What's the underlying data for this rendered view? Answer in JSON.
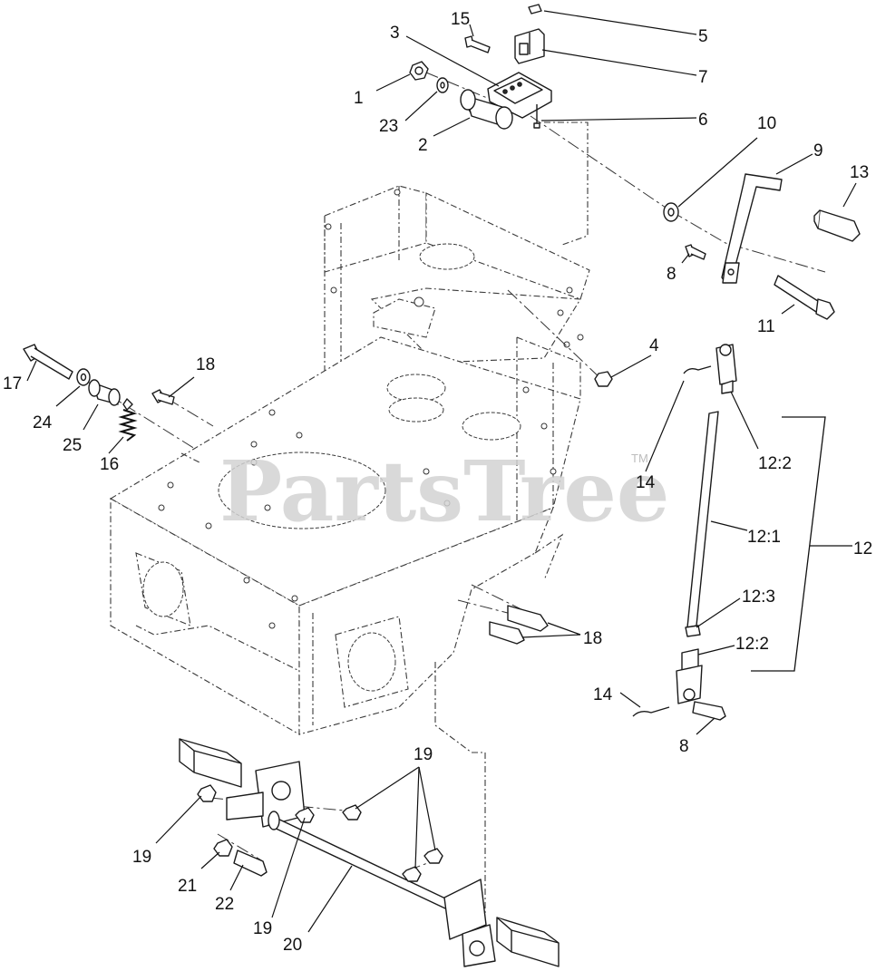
{
  "watermark": {
    "text": "PartsTree",
    "trademark": "TM"
  },
  "callouts": {
    "c1": "1",
    "c2": "2",
    "c3": "3",
    "c4": "4",
    "c5": "5",
    "c6": "6",
    "c7": "7",
    "c8a": "8",
    "c8b": "8",
    "c9": "9",
    "c10": "10",
    "c11": "11",
    "c12": "12",
    "c12_1": "12:1",
    "c12_2a": "12:2",
    "c12_2b": "12:2",
    "c12_3": "12:3",
    "c13": "13",
    "c14a": "14",
    "c14b": "14",
    "c15": "15",
    "c16": "16",
    "c17": "17",
    "c18a": "18",
    "c18b": "18",
    "c19a": "19",
    "c19b": "19",
    "c19c": "19",
    "c20": "20",
    "c21": "21",
    "c22": "22",
    "c23": "23",
    "c24": "24",
    "c25": "25"
  }
}
